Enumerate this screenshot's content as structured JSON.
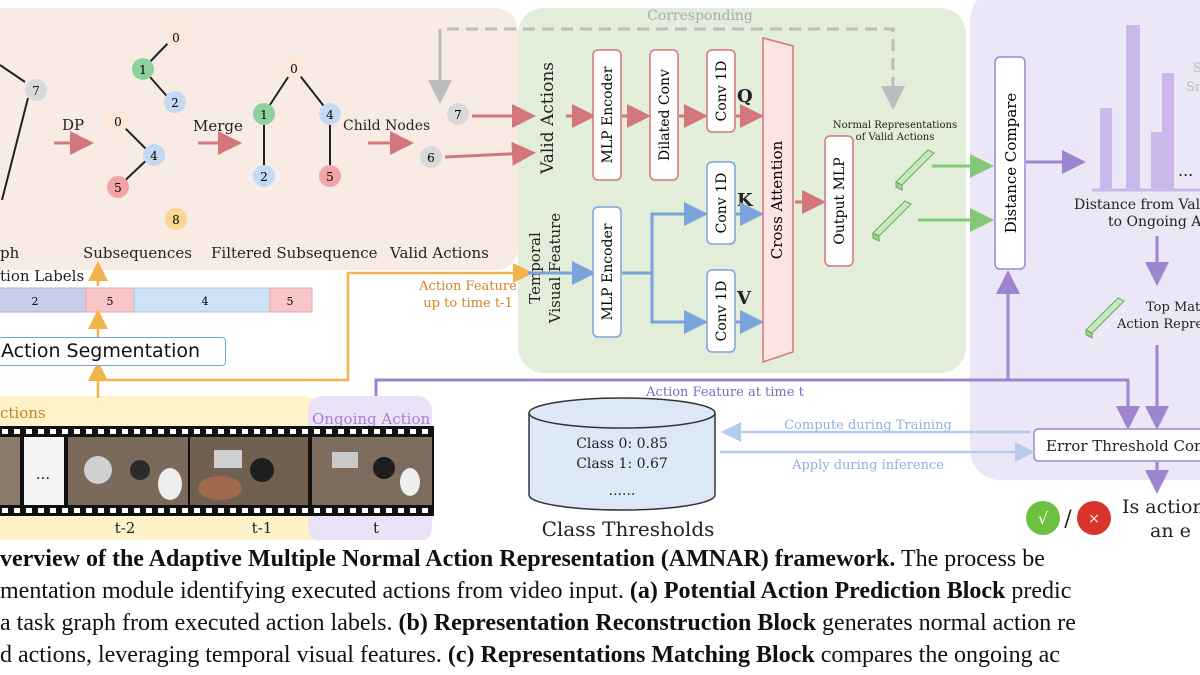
{
  "block_a": {
    "graph_label": "ph",
    "action_labels_title": "tion Labels",
    "dp": "DP",
    "merge": "Merge",
    "child_nodes": "Child Nodes",
    "subsequences": "Subsequences",
    "filtered": "Filtered Subsequence",
    "valid_actions": "Valid Actions",
    "label_bar": [
      "2",
      "5",
      "4",
      "5"
    ],
    "segmentation": "Action Segmentation",
    "nodes": {
      "graph": [
        "7"
      ],
      "subseq": [
        "0",
        "1",
        "2",
        "0",
        "4",
        "5",
        "8"
      ],
      "filtered": [
        "0",
        "1",
        "2",
        "4",
        "5"
      ],
      "valid": [
        "7",
        "6"
      ]
    }
  },
  "block_b": {
    "corresponding": "Corresponding",
    "valid_actions_vert": "Valid Actions",
    "temporal_vert": "Temporal Visual Feature",
    "mlp_encoder": "MLP Encoder",
    "dilated_conv": "Dilated Conv",
    "conv1d": "Conv 1D",
    "q": "Q",
    "k": "K",
    "v": "V",
    "cross_attention": "Cross Attention",
    "output_mlp": "Output MLP",
    "normal_reps": "Normal Representations",
    "of_valid": "of Valid Actions",
    "action_feature_upto_1": "Action Feature",
    "action_feature_upto_2": "up to time t-1"
  },
  "block_c": {
    "distance_compare": "Distance Compare",
    "distance_from_1": "Distance from Vali",
    "distance_from_2": "to Ongoing Ac",
    "top_match_1": "Top Mat",
    "top_match_2": "Action Repre",
    "s_text_1": "S",
    "s_text_2": "Sr",
    "dots": "...",
    "error_threshold": "Error Threshold Con",
    "is_action_1": "Is action",
    "is_action_2": "an e",
    "check": "√",
    "slash": "/",
    "cross": "×"
  },
  "bottom": {
    "action_feature_t": "Action Feature at time t",
    "ctions": "ctions",
    "ongoing": "Ongoing Action",
    "ellipsis": "...",
    "t2": "t-2",
    "t1": "t-1",
    "t": "t",
    "compute": "Compute during Training",
    "apply": "Apply during inference",
    "class0": "Class 0: 0.85",
    "class1": "Class 1: 0.67",
    "class_dots": "......",
    "class_thresholds": "Class Thresholds"
  },
  "caption": {
    "l1_bold": "verview of the Adaptive Multiple Normal Action Representation (AMNAR) framework.",
    "l1_rest": " The process be",
    "l2_a": "mentation module identifying executed actions from video input. ",
    "l2_bold": "(a) Potential Action Prediction Block",
    "l2_c": " predic",
    "l3_a": " a task graph from executed action labels. ",
    "l3_bold": "(b) Representation Reconstruction Block",
    "l3_c": " generates normal action re",
    "l4_a": "d actions, leveraging temporal visual features. ",
    "l4_bold": "(c) Representations Matching Block",
    "l4_c": " compares the ongoing ac"
  },
  "colors": {
    "panel_a": "#f8ebe3",
    "panel_b": "#e2eed9",
    "panel_c": "#ece7f6",
    "red": "#d4777c",
    "blue": "#7aa3dc",
    "purple": "#9d86cf",
    "green": "#84c978",
    "orange": "#f2b34a"
  }
}
